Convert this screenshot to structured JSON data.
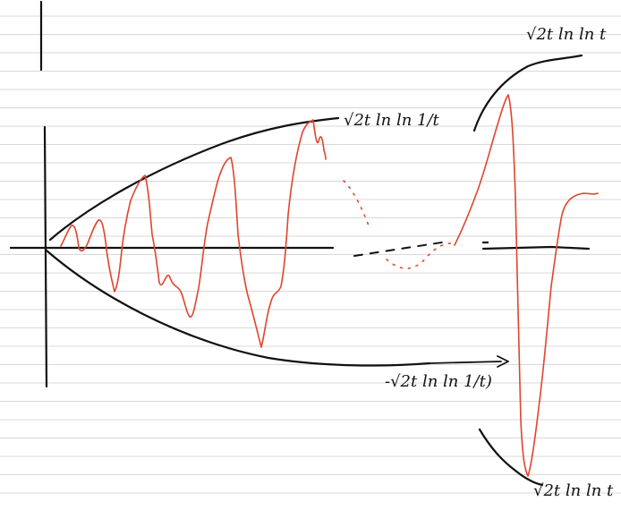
{
  "note": {
    "ink_color": "#111111",
    "trace_color": "#e0442e",
    "ruling_color": "#d8d8d8",
    "background": "#ffffff"
  },
  "labels": {
    "upper_envelope_label": "√2t ln ln 1/t",
    "lower_envelope_label": "-√2t ln ln 1/t)",
    "upper_right_label": "√2t ln ln t",
    "lower_right_label": "√2t ln ln t"
  }
}
